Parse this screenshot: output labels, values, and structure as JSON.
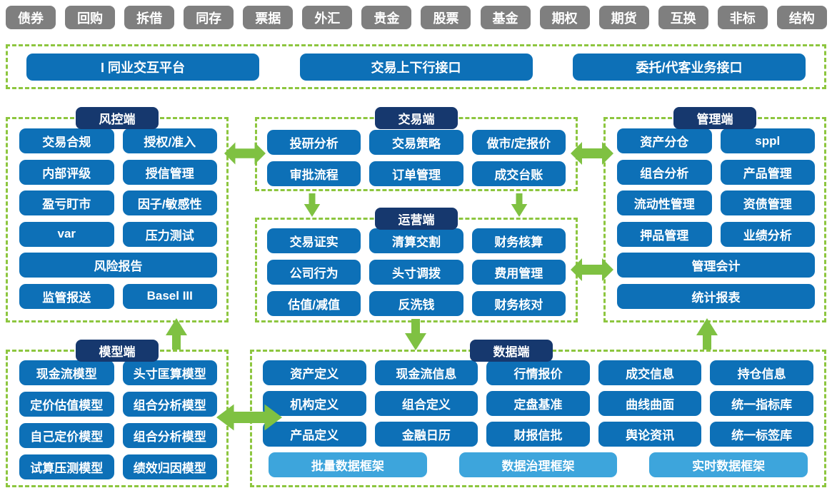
{
  "colors": {
    "chip_blue": "#0d70b7",
    "tag_navy": "#16386e",
    "product_gray": "#7f7f7f",
    "green": "#8dc63f",
    "framework_blue": "#3da5dc"
  },
  "products": [
    "债券",
    "回购",
    "拆借",
    "同存",
    "票据",
    "外汇",
    "贵金",
    "股票",
    "基金",
    "期权",
    "期货",
    "互换",
    "非标",
    "结构"
  ],
  "interface_bar": {
    "items": [
      "I 同业交互平台",
      "交易上下行接口",
      "委托/代客业务接口"
    ]
  },
  "panels": {
    "risk": {
      "title": "风控端",
      "buttons": [
        "交易合规",
        "授权/准入",
        "内部评级",
        "授信管理",
        "盈亏盯市",
        "因子/敏感性",
        "var",
        "压力测试",
        "风险报告",
        "监管报送",
        "Basel III"
      ]
    },
    "trade": {
      "title": "交易端",
      "buttons": [
        "投研分析",
        "交易策略",
        "做市/定报价",
        "审批流程",
        "订单管理",
        "成交台账"
      ]
    },
    "ops": {
      "title": "运营端",
      "buttons": [
        "交易证实",
        "清算交割",
        "财务核算",
        "公司行为",
        "头寸调拨",
        "费用管理",
        "估值/减值",
        "反洗钱",
        "财务核对"
      ]
    },
    "mgmt": {
      "title": "管理端",
      "buttons": [
        "资产分仓",
        "sppl",
        "组合分析",
        "产品管理",
        "流动性管理",
        "资债管理",
        "押品管理",
        "业绩分析",
        "管理会计",
        "统计报表"
      ]
    },
    "model": {
      "title": "模型端",
      "buttons": [
        "现金流模型",
        "头寸匡算模型",
        "定价估值模型",
        "组合分析模型",
        "自己定价模型",
        "组合分析模型",
        "试算压测模型",
        "绩效归因模型"
      ]
    },
    "data": {
      "title": "数据端",
      "buttons": [
        "资产定义",
        "现金流信息",
        "行情报价",
        "成交信息",
        "持仓信息",
        "机构定义",
        "组合定义",
        "定盘基准",
        "曲线曲面",
        "统一指标库",
        "产品定义",
        "金融日历",
        "财报信批",
        "舆论资讯",
        "统一标签库"
      ],
      "frameworks": [
        "批量数据框架",
        "数据治理框架",
        "实时数据框架"
      ]
    }
  }
}
